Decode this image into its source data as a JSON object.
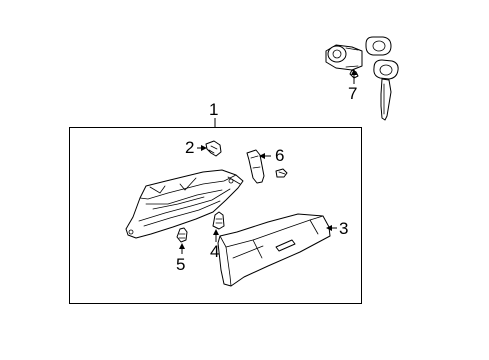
{
  "callouts": {
    "part_1": "1",
    "part_2": "2",
    "part_3": "3",
    "part_4": "4",
    "part_5": "5",
    "part_6": "6",
    "part_7": "7"
  },
  "colors": {
    "line": "#000000",
    "background": "#ffffff"
  }
}
